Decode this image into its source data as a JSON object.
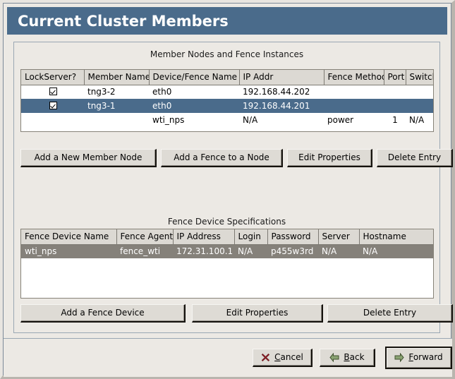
{
  "window": {
    "title": "Current Cluster Members",
    "titlebar_color": "#4a6b8b",
    "background_color": "#ece9e4"
  },
  "sections": {
    "members": {
      "label": "Member Nodes and Fence Instances",
      "table": {
        "columns": [
          "LockServer?",
          "Member Name",
          "Device/Fence Name",
          "IP Addr",
          "Fence Method",
          "Port",
          "Switch"
        ],
        "rows": [
          {
            "selected": false,
            "lockserver": "checked",
            "member_name": "tng3-2",
            "device_fence_name": "eth0",
            "ip_addr": "192.168.44.202",
            "fence_method": "",
            "port": "",
            "switch": ""
          },
          {
            "selected": true,
            "lockserver": "checked",
            "member_name": "tng3-1",
            "device_fence_name": "eth0",
            "ip_addr": "192.168.44.201",
            "fence_method": "",
            "port": "",
            "switch": ""
          },
          {
            "selected": false,
            "lockserver": "",
            "member_name": "",
            "device_fence_name": "wti_nps",
            "ip_addr": "N/A",
            "fence_method": "power",
            "port": "1",
            "switch": "N/A"
          }
        ]
      },
      "buttons": [
        {
          "label": "Add a New Member Node"
        },
        {
          "label": "Add a Fence to a Node"
        },
        {
          "label": "Edit Properties"
        },
        {
          "label": "Delete Entry"
        }
      ]
    },
    "fence_devices": {
      "label": "Fence Device Specifications",
      "table": {
        "columns": [
          "Fence Device Name",
          "Fence Agent",
          "IP Address",
          "Login",
          "Password",
          "Server",
          "Hostname"
        ],
        "rows": [
          {
            "selected": true,
            "fence_device_name": "wti_nps",
            "fence_agent": "fence_wti",
            "ip_address": "172.31.100.1",
            "login": "N/A",
            "password": "p455w3rd",
            "server": "N/A",
            "hostname": "N/A"
          }
        ]
      },
      "buttons": [
        {
          "label": "Add a Fence Device"
        },
        {
          "label": "Edit Properties"
        },
        {
          "label": "Delete Entry"
        }
      ]
    }
  },
  "navigation": {
    "cancel": {
      "label_pre": "",
      "mnemonic": "C",
      "label_post": "ancel",
      "icon": "close-x-icon",
      "icon_color": "#8b1c24"
    },
    "back": {
      "label_pre": "",
      "mnemonic": "B",
      "label_post": "ack",
      "icon": "arrow-left-icon",
      "icon_color": "#7f9a6b"
    },
    "forward": {
      "label_pre": "",
      "mnemonic": "F",
      "label_post": "orward",
      "icon": "arrow-right-icon",
      "icon_color": "#7f9a6b"
    }
  }
}
